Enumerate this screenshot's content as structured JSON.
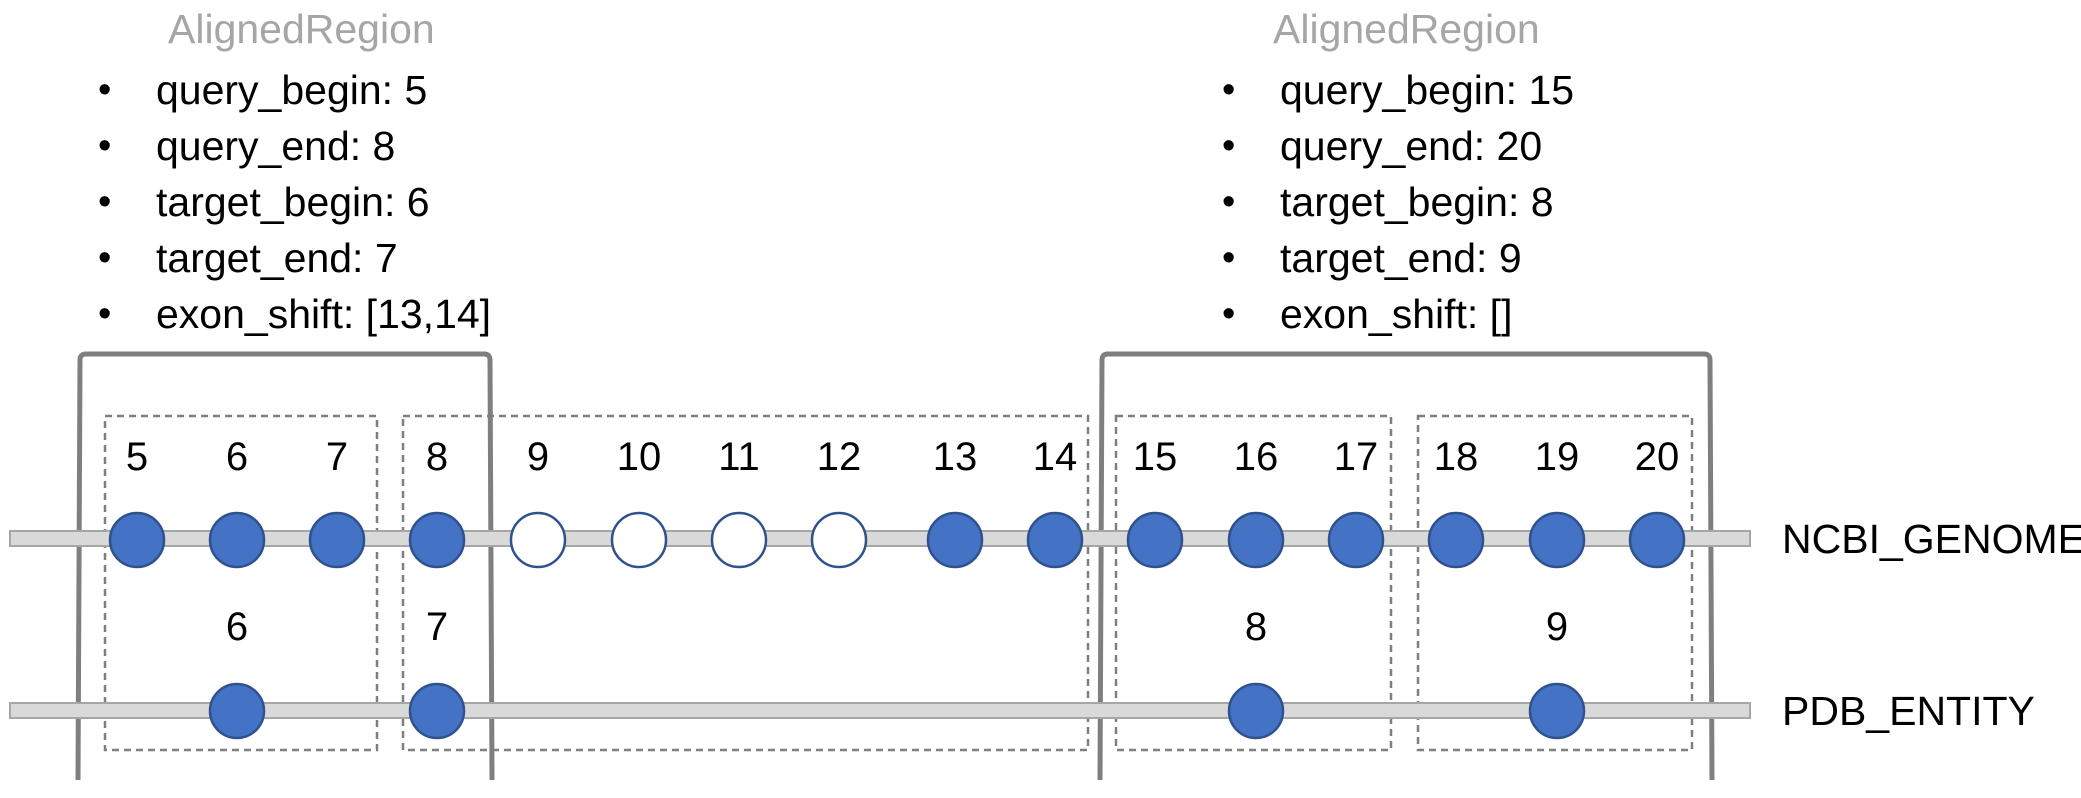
{
  "aligned_regions": [
    {
      "title": "AlignedRegion",
      "fields": [
        "query_begin: 5",
        "query_end: 8",
        "target_begin: 6",
        "target_end: 7",
        "exon_shift: [13,14]"
      ]
    },
    {
      "title": "AlignedRegion",
      "fields": [
        "query_begin: 15",
        "query_end: 20",
        "target_begin: 8",
        "target_end: 9",
        "exon_shift: []"
      ]
    }
  ],
  "tracks": {
    "genome": {
      "label": "NCBI_GENOME",
      "positions": [
        {
          "number": "5",
          "filled": true
        },
        {
          "number": "6",
          "filled": true
        },
        {
          "number": "7",
          "filled": true
        },
        {
          "number": "8",
          "filled": true
        },
        {
          "number": "9",
          "filled": false
        },
        {
          "number": "10",
          "filled": false
        },
        {
          "number": "11",
          "filled": false
        },
        {
          "number": "12",
          "filled": false
        },
        {
          "number": "13",
          "filled": true
        },
        {
          "number": "14",
          "filled": true
        },
        {
          "number": "15",
          "filled": true
        },
        {
          "number": "16",
          "filled": true
        },
        {
          "number": "17",
          "filled": true
        },
        {
          "number": "18",
          "filled": true
        },
        {
          "number": "19",
          "filled": true
        },
        {
          "number": "20",
          "filled": true
        }
      ]
    },
    "entity": {
      "label": "PDB_ENTITY",
      "positions": [
        {
          "number": "6",
          "aligned_to": "6"
        },
        {
          "number": "7",
          "aligned_to": "8"
        },
        {
          "number": "8",
          "aligned_to": "16"
        },
        {
          "number": "9",
          "aligned_to": "19"
        }
      ]
    }
  },
  "colors": {
    "node_fill": "#4472c4",
    "node_stroke": "#2f528f",
    "track_fill": "#d9d9d9",
    "track_stroke": "#a6a6a6",
    "bracket": "#7f7f7f",
    "dashed_box": "#7f7f7f",
    "region_title": "#a6a6a6"
  }
}
